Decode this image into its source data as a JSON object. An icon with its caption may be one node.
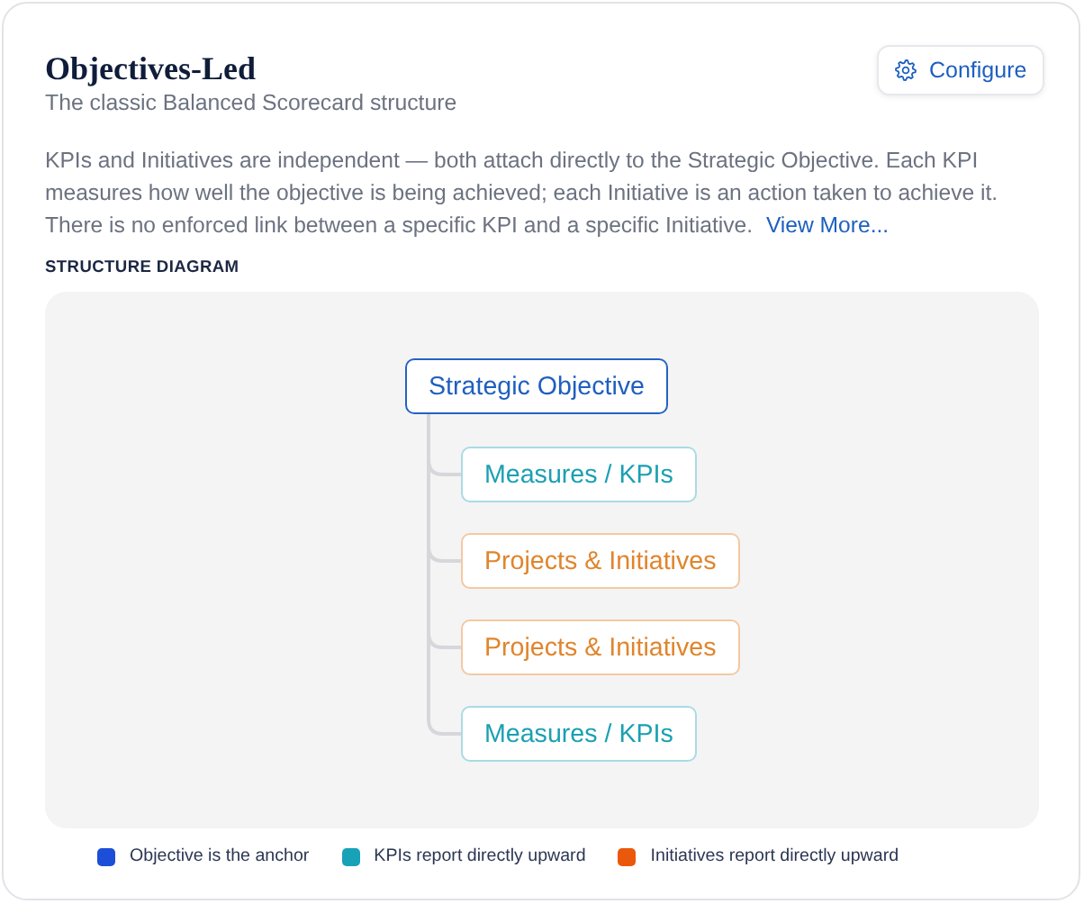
{
  "diagram": {
    "title": "Objectives-Led",
    "nodes": [
      {
        "text": [
          "Strategic Objective"
        ]
      },
      {
        "text": [
          "Measures / KPIs"
        ]
      },
      {
        "text": [
          "Projects & Initiatives"
        ]
      },
      {
        "text": [
          "Projects & Initiatives"
        ]
      },
      {
        "text": [
          "Measures / KPIs"
        ]
      }
    ],
    "edges": [
      {
        "from": 0,
        "to": 1,
        "arrow": "none"
      },
      {
        "from": 0,
        "to": 2,
        "arrow": "none"
      },
      {
        "from": 0,
        "to": 3,
        "arrow": "none"
      },
      {
        "from": 0,
        "to": 4,
        "arrow": "none"
      }
    ],
    "labels": [
      "Configure",
      "The classic Balanced Scorecard structure",
      "KPIs and Initiatives are independent — both attach directly to the Strategic Objective. Each KPI measures how well the objective is being achieved; each Initiative is an action taken to achieve it. There is no enforced link between a specific KPI and a specific Initiative.",
      "View More...",
      "STRUCTURE DIAGRAM"
    ],
    "legend": [
      {
        "text": "Objective is the anchor",
        "color": "#1d4ed8"
      },
      {
        "text": "KPIs report directly upward",
        "color": "#17a2b8"
      },
      {
        "text": "Initiatives report directly upward",
        "color": "#ea580c"
      }
    ]
  }
}
